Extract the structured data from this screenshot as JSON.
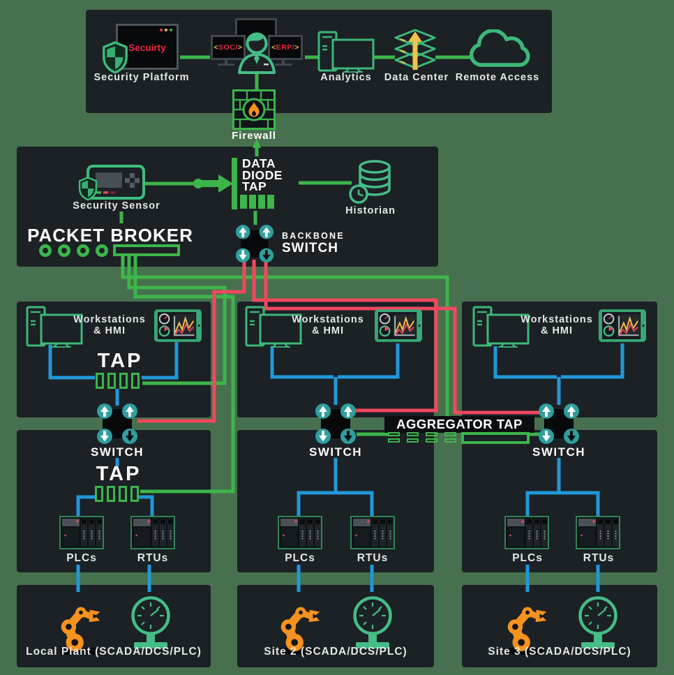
{
  "colors": {
    "background": "#47704e",
    "panel": "#1b2125",
    "green_line": "#3db54b",
    "icon_green": "#3cb878",
    "red_line": "#f2485e",
    "blue_line": "#2198d8",
    "teal_switch": "#2f9e9e",
    "orange": "#f6921e",
    "yellow": "#f2c14e"
  },
  "it": {
    "security_platform": "Security Platform",
    "browser_title": "Secuirty",
    "soc_open": "<",
    "soc_name": "SOC/",
    "soc_close": ">",
    "erp_open": "<",
    "erp_name": "ERP/",
    "erp_close": ">",
    "analytics": "Analytics",
    "data_center": "Data Center",
    "remote_access": "Remote Access",
    "firewall": "Firewall"
  },
  "ot": {
    "security_sensor": "Security Sensor",
    "packet_broker": "PACKET BROKER",
    "diode_l1": "DATA",
    "diode_l2": "DIODE",
    "diode_l3": "TAP",
    "historian": "Historian",
    "backbone_l1": "BACKBONE",
    "backbone_l2": "SWITCH",
    "aggregator": "AGGREGATOR TAP"
  },
  "site1": {
    "ws_l1": "Workstations",
    "ws_l2": "& HMI",
    "tap_upper": "TAP",
    "switch": "SWITCH",
    "tap_lower": "TAP",
    "plcs": "PLCs",
    "rtus": "RTUs",
    "plant": "Local Plant (SCADA/DCS/PLC)"
  },
  "site2": {
    "ws_l1": "Workstations",
    "ws_l2": "& HMI",
    "switch": "SWITCH",
    "plcs": "PLCs",
    "rtus": "RTUs",
    "plant": "Site 2 (SCADA/DCS/PLC)"
  },
  "site3": {
    "ws_l1": "Workstations",
    "ws_l2": "& HMI",
    "switch": "SWITCH",
    "plcs": "PLCs",
    "rtus": "RTUs",
    "plant": "Site 3 (SCADA/DCS/PLC)"
  }
}
